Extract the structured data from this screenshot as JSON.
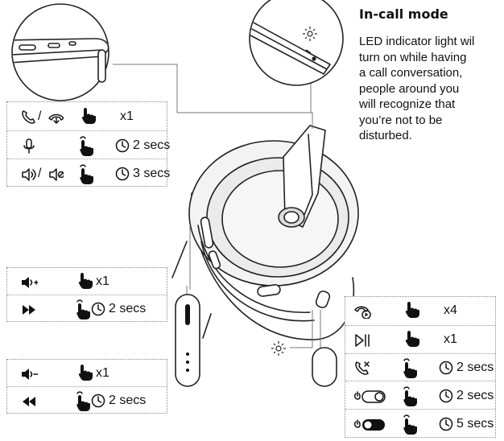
{
  "title": "In-call mode",
  "description_lines": [
    "LED indicator light wil",
    "turn on while having",
    "a call conversation,",
    "people around you",
    "will recognize that",
    "you’re not to be",
    "disturbed."
  ],
  "tables": {
    "call_controls": [
      {
        "icons": [
          "phone-icon",
          "phone-hangup-icon"
        ],
        "gesture": "tap-icon",
        "label": "x1"
      },
      {
        "icons": [
          "microphone-icon"
        ],
        "gesture": "hold-icon",
        "label": "2 secs"
      },
      {
        "icons": [
          "speaker-icon",
          "speaker-mute-icon"
        ],
        "gesture": "hold-icon",
        "label": "3 secs"
      }
    ],
    "volume_up": [
      {
        "icons": [
          "volume-up-icon"
        ],
        "gesture": "tap-icon",
        "label": "x1"
      },
      {
        "icons": [
          "fast-forward-icon"
        ],
        "gesture": "hold-icon",
        "label": "2 secs"
      }
    ],
    "volume_down": [
      {
        "icons": [
          "volume-down-icon"
        ],
        "gesture": "tap-icon",
        "label": "x1"
      },
      {
        "icons": [
          "rewind-icon"
        ],
        "gesture": "hold-icon",
        "label": "2 secs"
      }
    ],
    "right_controls": [
      {
        "icons": [
          "assistant-icon"
        ],
        "gesture": "tap-icon",
        "label": "x4"
      },
      {
        "icons": [
          "play-pause-icon"
        ],
        "gesture": "tap-icon",
        "label": "x1"
      },
      {
        "icons": [
          "reject-call-icon"
        ],
        "gesture": "hold-icon",
        "label": "2 secs"
      },
      {
        "icons": [
          "power-off-icon"
        ],
        "gesture": "hold-icon",
        "label": "2 secs"
      },
      {
        "icons": [
          "power-on-icon"
        ],
        "gesture": "hold-icon",
        "label": "5 secs"
      }
    ]
  }
}
